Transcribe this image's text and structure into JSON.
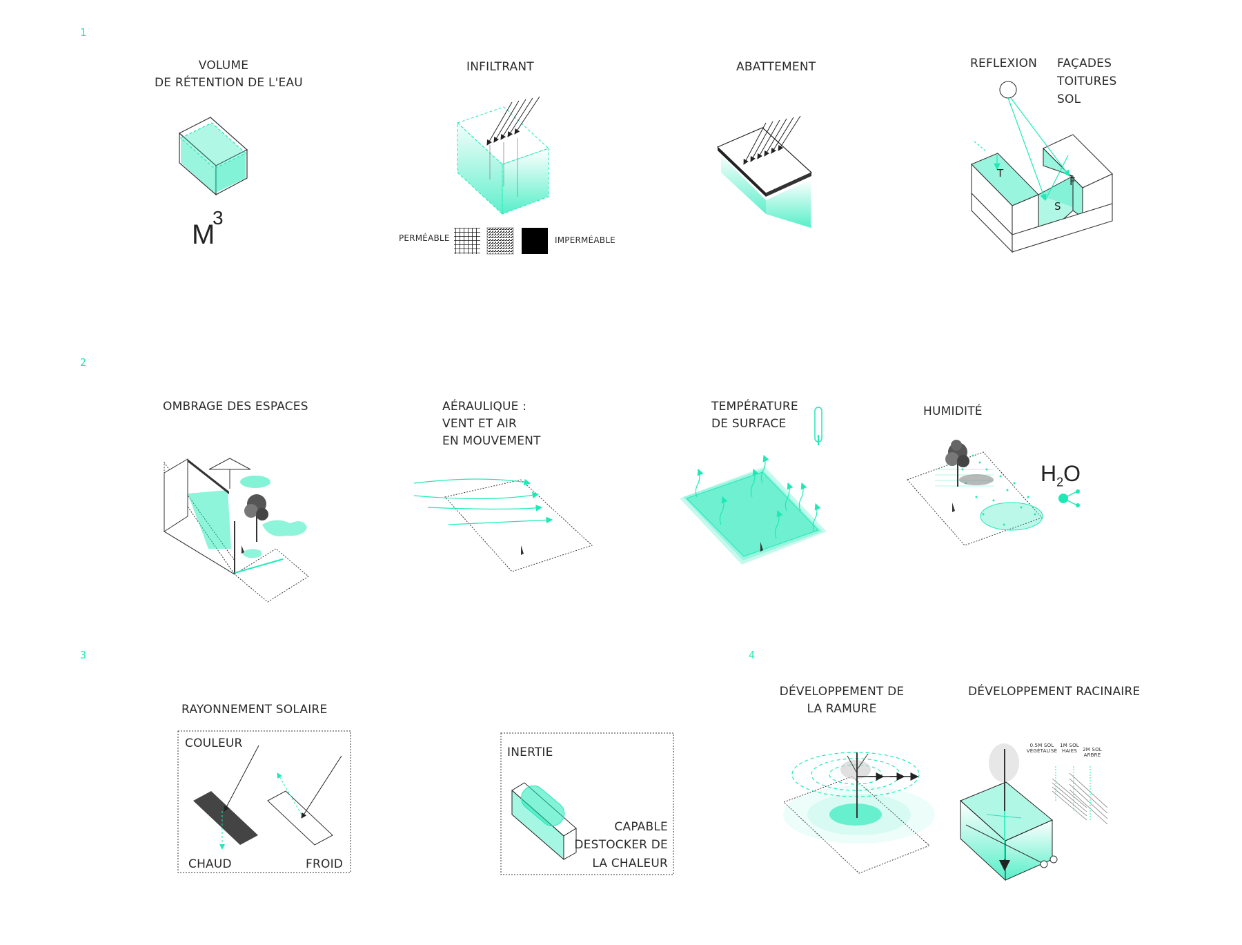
{
  "accent": "#1de9b6",
  "sections": [
    "1",
    "2",
    "3",
    "4"
  ],
  "row1": {
    "volume": {
      "line1": "VOLUME",
      "line2": "DE RÉTENTION DE L'EAU",
      "unit": "M",
      "exponent": "3"
    },
    "infiltrant": {
      "title": "INFILTRANT",
      "left_legend": "PERMÉABLE",
      "right_legend": "IMPERMÉABLE"
    },
    "abattement": {
      "title": "ABATTEMENT"
    },
    "reflexion": {
      "title": "REFLEXION",
      "list": [
        "FAÇADES",
        "TOITURES",
        "SOL"
      ],
      "letters": [
        "T",
        "F",
        "S"
      ]
    }
  },
  "row2": {
    "ombrage": {
      "title": "OMBRAGE DES ESPACES"
    },
    "aeraulique": {
      "lines": [
        "AÉRAULIQUE :",
        "VENT ET AIR",
        "EN MOUVEMENT"
      ]
    },
    "temperature": {
      "lines": [
        "TEMPÉRATURE",
        "DE SURFACE"
      ]
    },
    "humidite": {
      "title": "HUMIDITÉ",
      "formula_h": "H",
      "formula_sub": "2",
      "formula_o": "O"
    }
  },
  "row3": {
    "rayonnement": {
      "title": "RAYONNEMENT SOLAIRE",
      "couleur": "COULEUR",
      "chaud": "CHAUD",
      "froid": "FROID"
    },
    "inertie": {
      "title": "INERTIE",
      "lines": [
        "CAPABLE",
        "DESTOCKER DE",
        "LA CHALEUR"
      ]
    }
  },
  "row4": {
    "ramure": {
      "lines": [
        "DÉVELOPPEMENT DE",
        "LA  RAMURE"
      ]
    },
    "racinaire": {
      "title": "DÉVELOPPEMENT RACINAIRE",
      "depths": [
        {
          "l1": "0.5M SOL",
          "l2": "VÉGÉTALISÉ"
        },
        {
          "l1": "1M SOL",
          "l2": "HAIES"
        },
        {
          "l1": "2M SOL",
          "l2": "ARBRE"
        }
      ]
    }
  }
}
